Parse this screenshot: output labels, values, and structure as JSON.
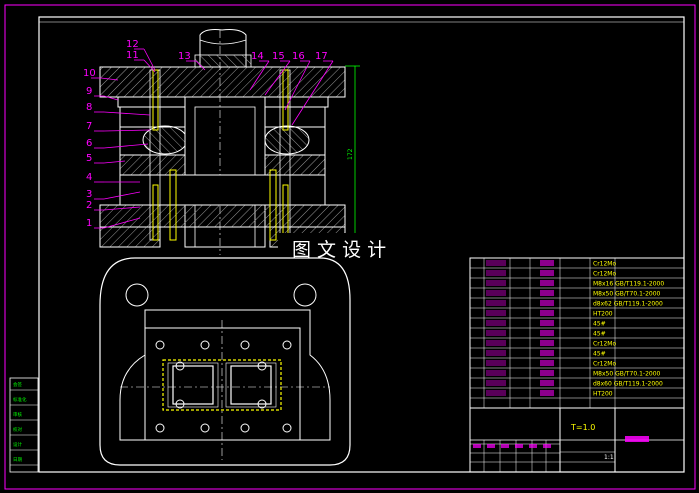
{
  "drawing": {
    "watermark": "图 文 设 计",
    "dimension_label": "172",
    "part_numbers": [
      "1",
      "2",
      "3",
      "4",
      "5",
      "6",
      "7",
      "8",
      "9",
      "10",
      "11",
      "12",
      "13",
      "14",
      "15",
      "16",
      "17"
    ],
    "left_stamps": [
      "会签",
      "标准化",
      "审核",
      "校对",
      "设计",
      "日期"
    ],
    "title_block": {
      "material_cells": [
        {
          "label": "Cr12Mo"
        },
        {
          "label": "Cr12Mo"
        },
        {
          "label": "M8x16 GB/T119.1-2000"
        },
        {
          "label": "M8x50 GB/T70.1-2000"
        },
        {
          "label": "d8x62 GB/T119.1-2000"
        },
        {
          "label": "HT200"
        },
        {
          "label": "45#"
        },
        {
          "label": "45#"
        },
        {
          "label": "Cr12Mo"
        },
        {
          "label": "45#"
        },
        {
          "label": "Cr12Mo"
        },
        {
          "label": "M8x50 GB/T70.1-2000"
        },
        {
          "label": "d8x60 GB/T119.1-2000"
        },
        {
          "label": "HT200"
        }
      ],
      "thickness": "T=1.0",
      "scale": "1:1"
    }
  },
  "colors": {
    "white": "#ffffff",
    "magenta": "#ff00ff",
    "green": "#00ff00",
    "yellow": "#ffff00",
    "red": "#ff0000",
    "hatch": "#c8c8c8"
  }
}
